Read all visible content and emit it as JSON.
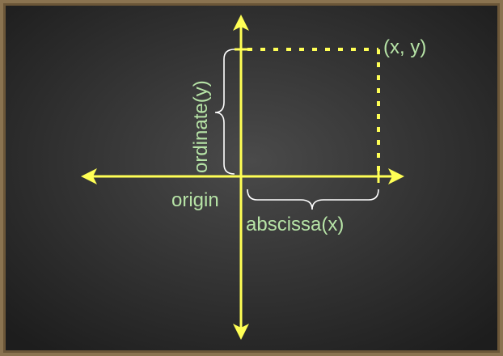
{
  "colors": {
    "frame": "#8a7350",
    "board_center": "#4a4a4a",
    "board_edge": "#1d1d1d",
    "axis": "#ffff55",
    "bracket": "#ffffff",
    "text": "#b6e3a6"
  },
  "labels": {
    "point": "(x, y)",
    "ordinate": "ordinate(y)",
    "abscissa": "abscissa(x)",
    "origin": "origin"
  }
}
